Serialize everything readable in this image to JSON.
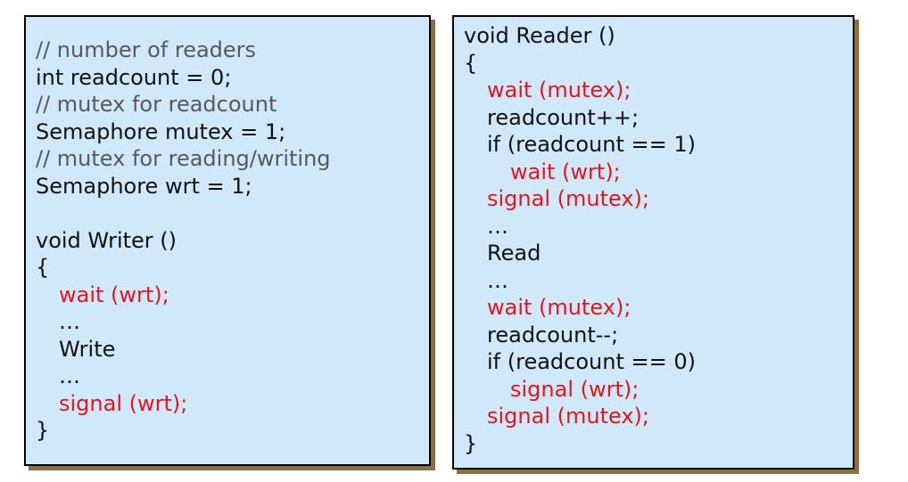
{
  "colors": {
    "page_background": "#ffffff",
    "box_background": "#cfe9fa",
    "box_border": "#000000",
    "box_shadow": "#8c6f3c",
    "comment_text": "#595959",
    "code_text": "#111111",
    "highlight_text": "#e6141a"
  },
  "boxes": [
    {
      "name": "writer-code-box",
      "lines": [
        {
          "text": "// number of readers",
          "color": "comment",
          "indent": 0
        },
        {
          "text": "int readcount = 0;",
          "color": "code",
          "indent": 0
        },
        {
          "text": "// mutex for readcount",
          "color": "comment",
          "indent": 0
        },
        {
          "text": "Semaphore mutex = 1;",
          "color": "code",
          "indent": 0
        },
        {
          "text": "// mutex for reading/writing",
          "color": "comment",
          "indent": 0
        },
        {
          "text": "Semaphore wrt = 1;",
          "color": "code",
          "indent": 0
        },
        {
          "text": "",
          "color": "code",
          "indent": 0
        },
        {
          "text": "void Writer ()",
          "color": "code",
          "indent": 0
        },
        {
          "text": "{",
          "color": "code",
          "indent": 0
        },
        {
          "text": "wait (wrt);",
          "color": "red",
          "indent": 1
        },
        {
          "text": "…",
          "color": "code",
          "indent": 1
        },
        {
          "text": "Write",
          "color": "code",
          "indent": 1
        },
        {
          "text": "…",
          "color": "code",
          "indent": 1
        },
        {
          "text": "signal (wrt);",
          "color": "red",
          "indent": 1
        },
        {
          "text": "}",
          "color": "code",
          "indent": 0
        }
      ]
    },
    {
      "name": "reader-code-box",
      "lines": [
        {
          "text": "void Reader ()",
          "color": "code",
          "indent": 0
        },
        {
          "text": "{",
          "color": "code",
          "indent": 0
        },
        {
          "text": "wait (mutex);",
          "color": "red",
          "indent": 1
        },
        {
          "text": "readcount++;",
          "color": "code",
          "indent": 1
        },
        {
          "text": "if (readcount == 1)",
          "color": "code",
          "indent": 1
        },
        {
          "text": "wait (wrt);",
          "color": "red",
          "indent": 2
        },
        {
          "text": "signal (mutex);",
          "color": "red",
          "indent": 1
        },
        {
          "text": "…",
          "color": "code",
          "indent": 1
        },
        {
          "text": "Read",
          "color": "code",
          "indent": 1
        },
        {
          "text": "…",
          "color": "code",
          "indent": 1
        },
        {
          "text": "wait (mutex);",
          "color": "red",
          "indent": 1
        },
        {
          "text": "readcount--;",
          "color": "code",
          "indent": 1
        },
        {
          "text": "if (readcount == 0)",
          "color": "code",
          "indent": 1
        },
        {
          "text": "signal (wrt);",
          "color": "red",
          "indent": 2
        },
        {
          "text": "signal (mutex);",
          "color": "red",
          "indent": 1
        },
        {
          "text": "}",
          "color": "code",
          "indent": 0
        }
      ]
    }
  ]
}
